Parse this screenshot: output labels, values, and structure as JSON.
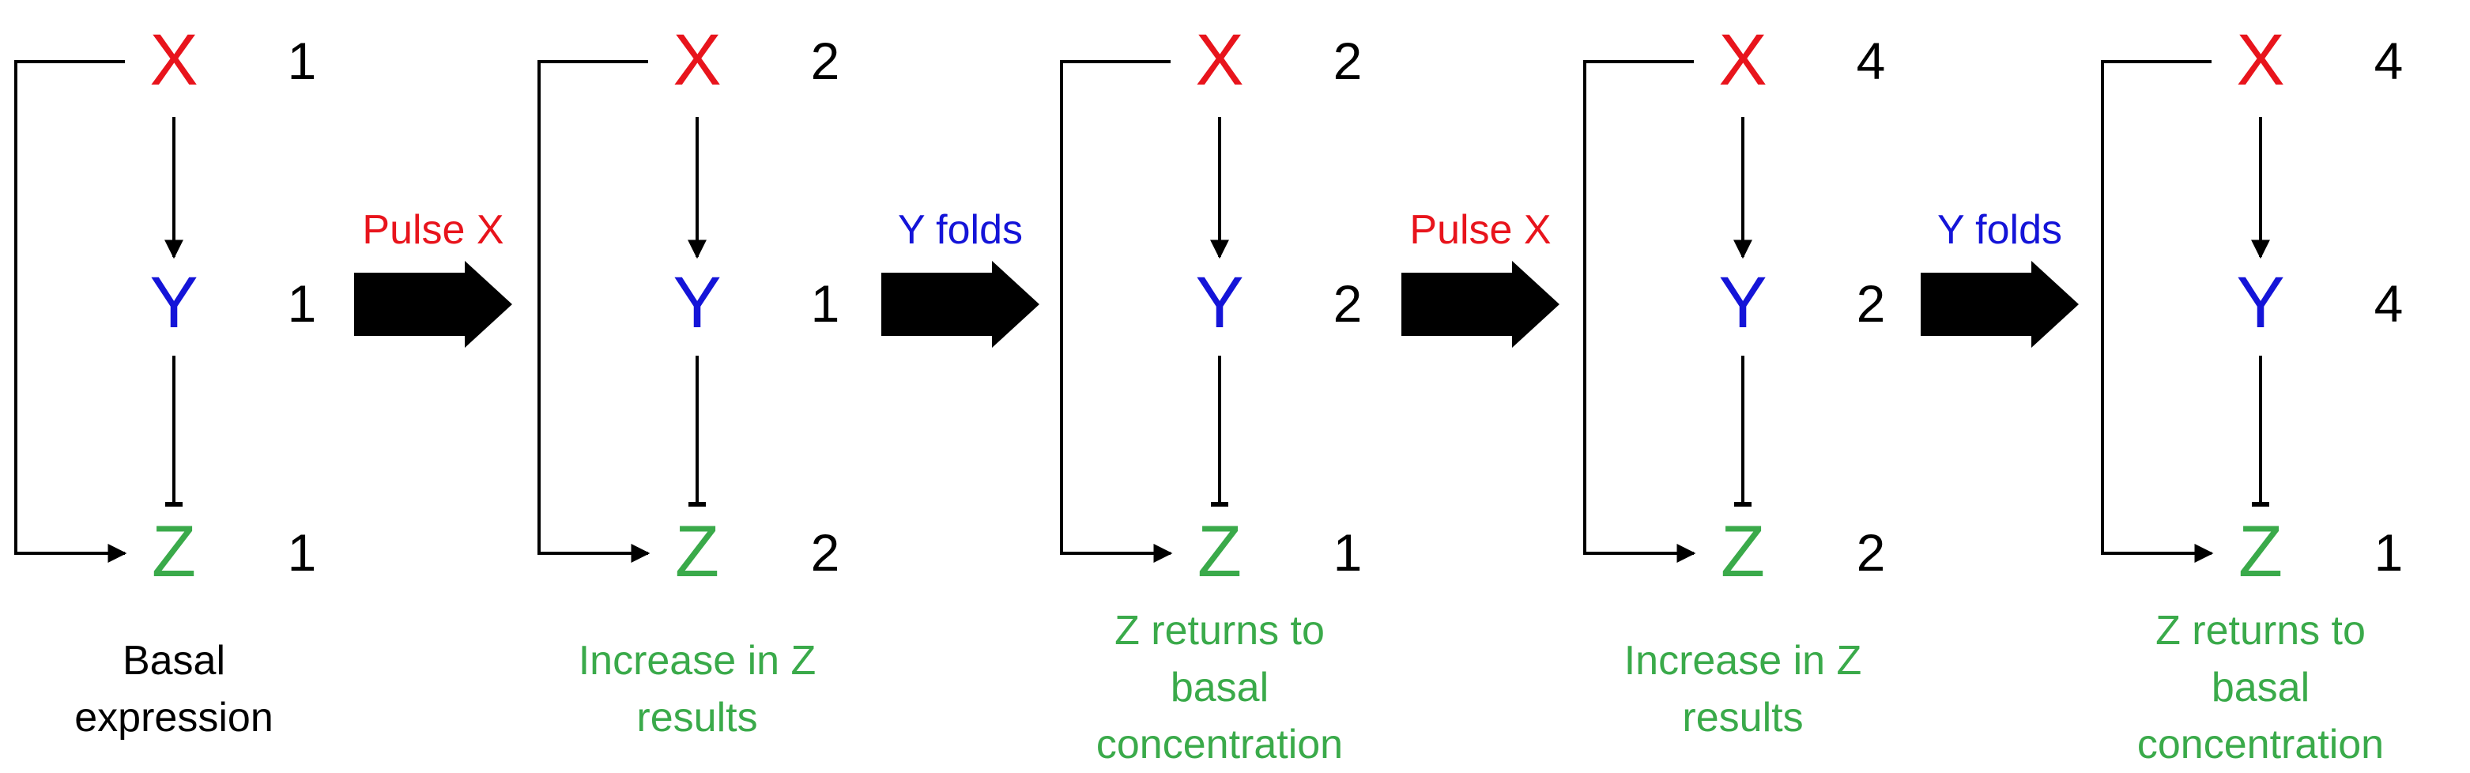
{
  "colors": {
    "x": "#e8141c",
    "y": "#1414d8",
    "z": "#3aaa4a",
    "line": "#000000",
    "caption_basal": "#000000"
  },
  "node_labels": {
    "x": "X",
    "y": "Y",
    "z": "Z"
  },
  "stages": [
    {
      "x_value": "1",
      "y_value": "1",
      "z_value": "1",
      "caption": "Basal expression",
      "caption_color": "#000000"
    },
    {
      "x_value": "2",
      "y_value": "1",
      "z_value": "2",
      "caption": "Increase in Z results",
      "caption_color": "#3aaa4a"
    },
    {
      "x_value": "2",
      "y_value": "2",
      "z_value": "1",
      "caption": "Z returns to basal concentration",
      "caption_color": "#3aaa4a"
    },
    {
      "x_value": "4",
      "y_value": "2",
      "z_value": "2",
      "caption": "Increase in Z results",
      "caption_color": "#3aaa4a"
    },
    {
      "x_value": "4",
      "y_value": "4",
      "z_value": "1",
      "caption": "Z returns to basal concentration",
      "caption_color": "#3aaa4a"
    }
  ],
  "transitions": [
    {
      "label": "Pulse X",
      "color": "#e8141c"
    },
    {
      "label": "Y folds",
      "color": "#1414d8"
    },
    {
      "label": "Pulse X",
      "color": "#e8141c"
    },
    {
      "label": "Y folds",
      "color": "#1414d8"
    }
  ]
}
